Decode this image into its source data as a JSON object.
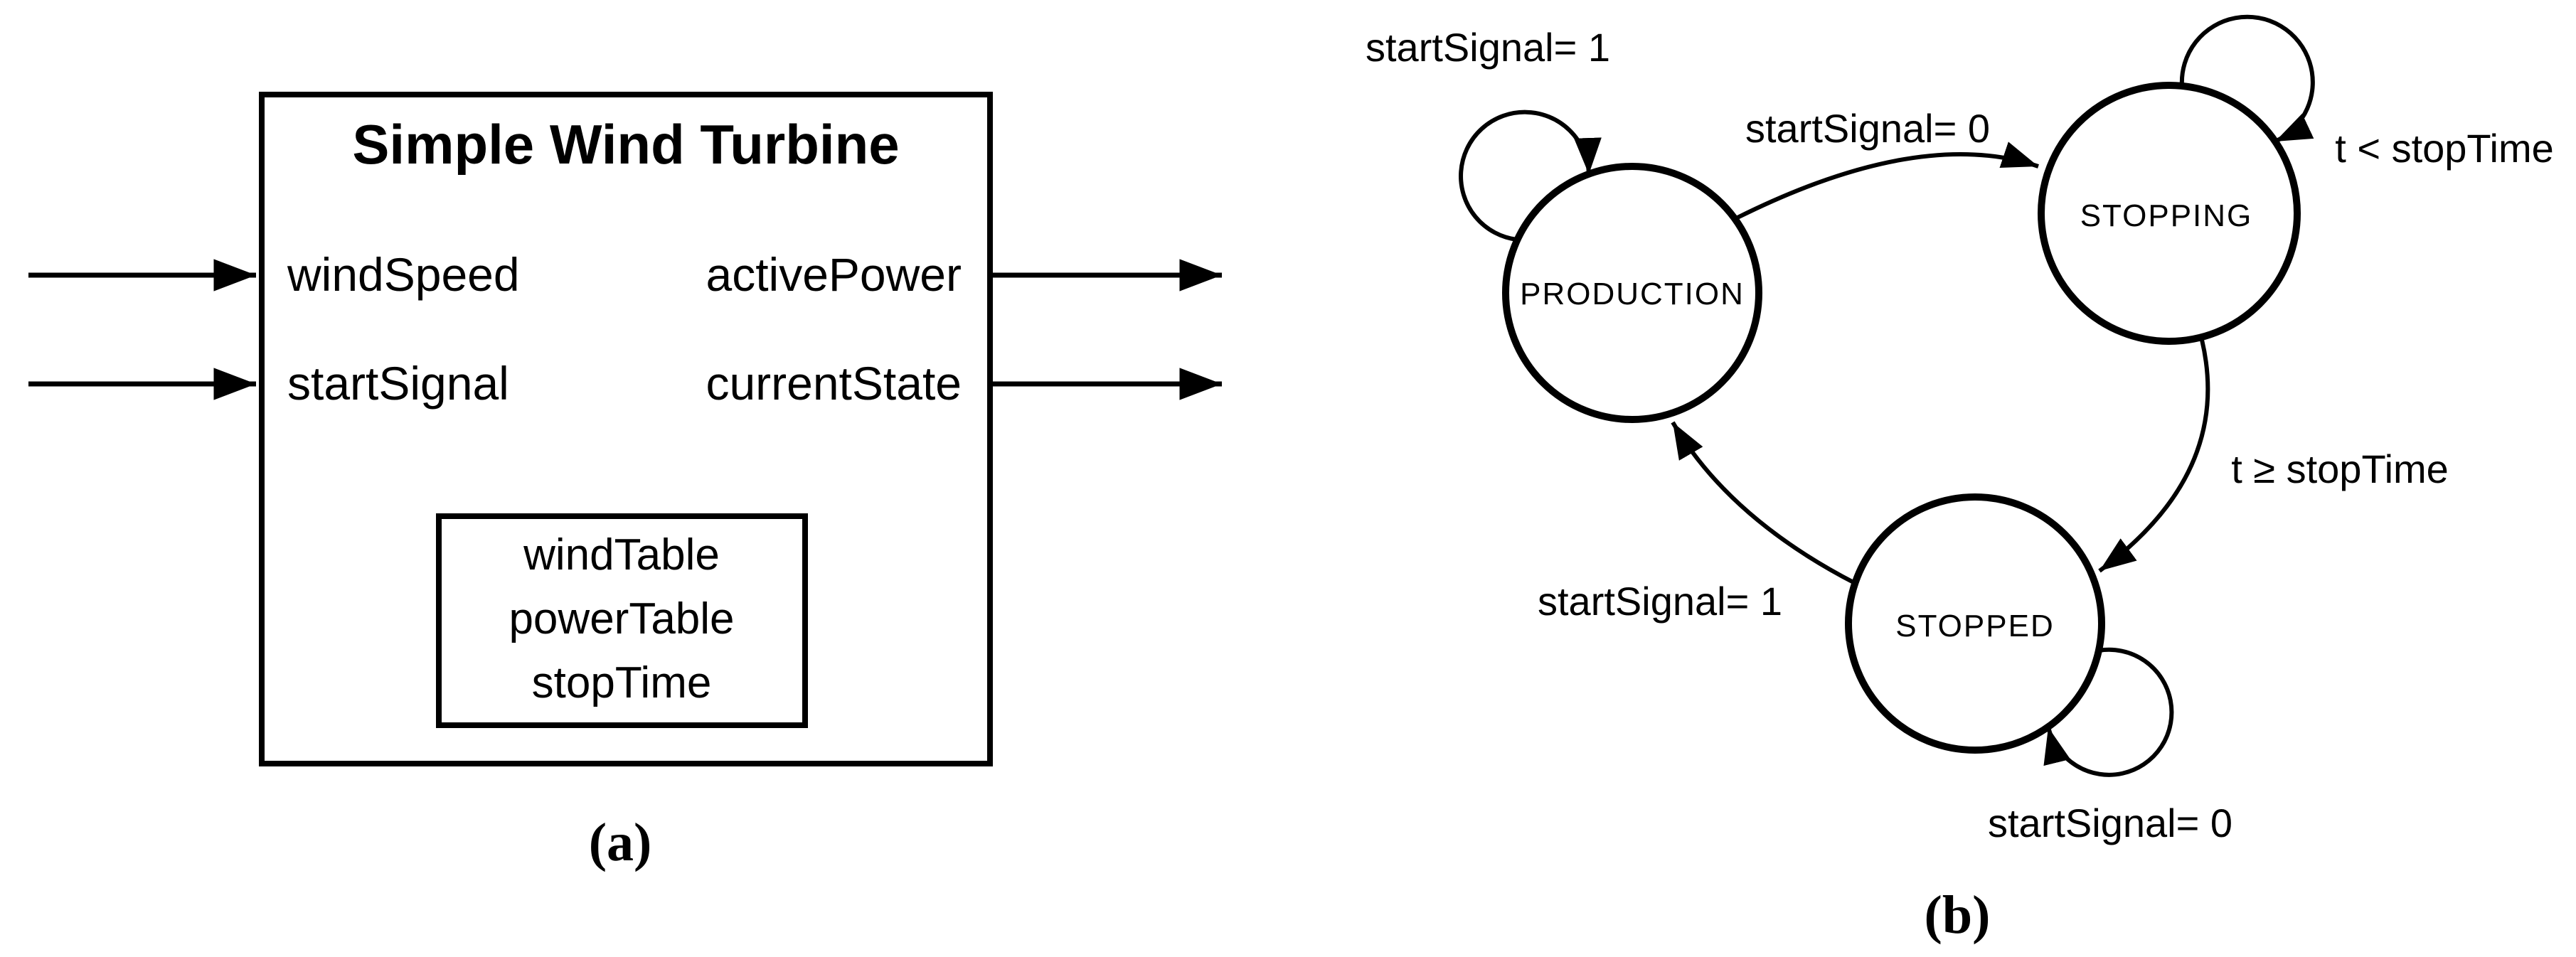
{
  "figure": {
    "panel_a": {
      "caption": "(a)",
      "block": {
        "title": "Simple Wind Turbine",
        "inputs": [
          "windSpeed",
          "startSignal"
        ],
        "outputs": [
          "activePower",
          "currentState"
        ],
        "parameters": [
          "windTable",
          "powerTable",
          "stopTime"
        ]
      }
    },
    "panel_b": {
      "caption": "(b)",
      "states": [
        "PRODUCTION",
        "STOPPING",
        "STOPPED"
      ],
      "transitions": [
        {
          "from": "PRODUCTION",
          "to": "PRODUCTION",
          "label": "startSignal= 1"
        },
        {
          "from": "PRODUCTION",
          "to": "STOPPING",
          "label": "startSignal= 0"
        },
        {
          "from": "STOPPING",
          "to": "STOPPING",
          "label": "t < stopTime"
        },
        {
          "from": "STOPPING",
          "to": "STOPPED",
          "label": "t ≥ stopTime"
        },
        {
          "from": "STOPPED",
          "to": "PRODUCTION",
          "label": "startSignal= 1"
        },
        {
          "from": "STOPPED",
          "to": "STOPPED",
          "label": "startSignal= 0"
        }
      ]
    },
    "colors": {
      "ink": "#000000",
      "background": "#ffffff"
    }
  }
}
